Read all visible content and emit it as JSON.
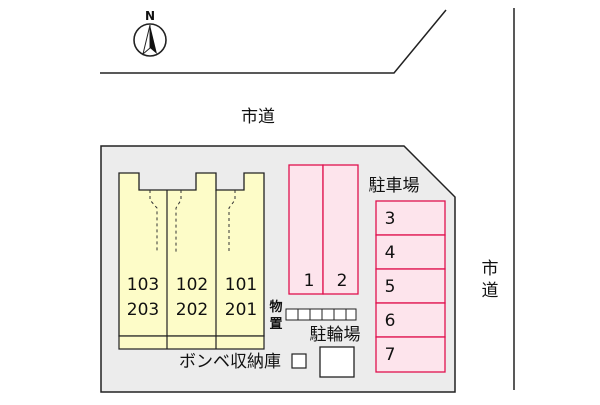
{
  "compass": {
    "label": "N"
  },
  "roads": {
    "top": "市道",
    "right_line1": "市",
    "right_line2": "道"
  },
  "building": {
    "units": [
      {
        "upper": "103",
        "lower": "203"
      },
      {
        "upper": "102",
        "lower": "202"
      },
      {
        "upper": "101",
        "lower": "201"
      }
    ]
  },
  "parking": {
    "title": "駐車場",
    "spaces": [
      "1",
      "2",
      "3",
      "4",
      "5",
      "6",
      "7"
    ]
  },
  "storage": {
    "line1": "物",
    "line2": "置"
  },
  "bike_parking": {
    "label": "駐輪場"
  },
  "gas_storage": {
    "label": "ボンベ収納庫"
  },
  "colors": {
    "lot_fill": "#ececec",
    "building_fill": "#fdfcc8",
    "parking_fill": "#fde4ec",
    "parking_stroke": "#e0114e",
    "line": "#222222"
  }
}
